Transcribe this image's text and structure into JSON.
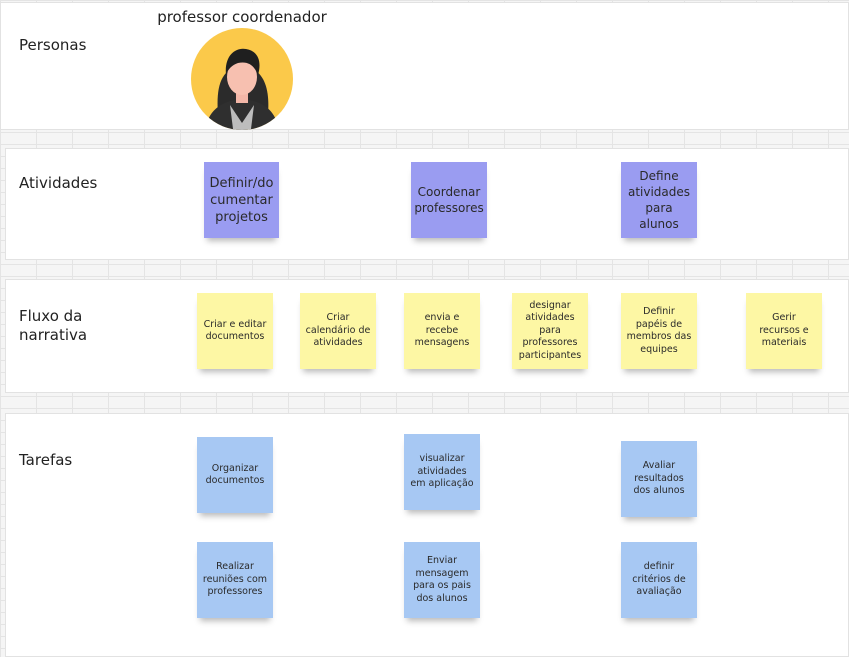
{
  "lanes": {
    "personas": "Personas",
    "atividades": "Atividades",
    "fluxo": "Fluxo da\nnarrativa",
    "tarefas": "Tarefas"
  },
  "persona": {
    "name": "professor coordenador",
    "avatar_icon": "person-avatar-icon"
  },
  "atividades": [
    "Definir/do\ncumentar\nprojetos",
    "Coordenar\nprofessores",
    "Define\natividades\npara alunos"
  ],
  "fluxo": [
    "Criar e editar\ndocumentos",
    "Criar\ncalendário de\natividades",
    "envia e\nrecebe\nmensagens",
    "designar\natividades\npara\nprofessores\nparticipantes",
    "Definir\npapéis de\nmembros das\nequipes",
    "Gerir\nrecursos e\nmateriais"
  ],
  "tarefas": [
    "Organizar\ndocumentos",
    "visualizar\natividades\nem aplicação",
    "Avaliar\nresultados\ndos alunos",
    "Realizar\nreuniões com\nprofessores",
    "Enviar\nmensagem\npara os pais\ndos alunos",
    "definir\ncritérios de\navaliação"
  ],
  "colors": {
    "activity": "#9a9cf1",
    "narrative": "#fdf7a4",
    "task": "#a7c8f3",
    "avatar_bg": "#fbc94a"
  }
}
